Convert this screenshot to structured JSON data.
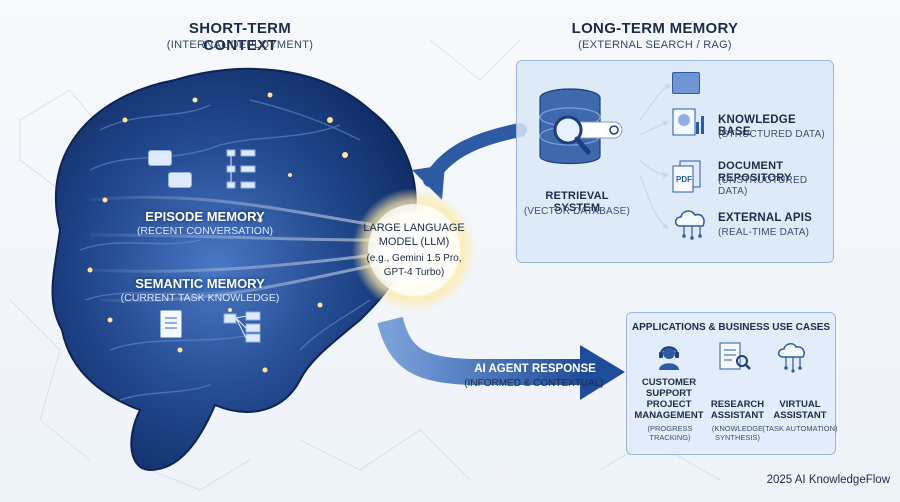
{
  "short_term": {
    "title": "SHORT-TERM CONTEXT",
    "subtitle": "(INTERNAL DEPLOYMENT)",
    "episode": {
      "label": "EPISODE MEMORY",
      "sub": "(RECENT CONVERSATION)"
    },
    "semantic": {
      "label": "SEMANTIC MEMORY",
      "sub": "(CURRENT TASK KNOWLEDGE)"
    }
  },
  "long_term": {
    "title": "LONG-TERM MEMORY",
    "subtitle": "(EXTERNAL SEARCH / RAG)",
    "retrieval": {
      "label": "RETRIEVAL SYSTEM",
      "sub": "(VECTOR DATABASE)"
    },
    "sources": [
      {
        "label": "KNOWLEDGE BASE",
        "sub": "(STRUCTURED DATA)",
        "icon": "knowledge-base-icon"
      },
      {
        "label": "DOCUMENT REPOSITORY",
        "sub": "(UNSTRUCTURED DATA)",
        "icon": "pdf-document-icon"
      },
      {
        "label": "EXTERNAL APIS",
        "sub": "(REAL-TIME DATA)",
        "icon": "cloud-api-icon"
      }
    ]
  },
  "llm": {
    "line1": "LARGE LANGUAGE",
    "line2": "MODEL (LLM)",
    "line3": "(e.g., Gemini 1.5 Pro,",
    "line4": "GPT-4 Turbo)"
  },
  "response": {
    "label": "AI AGENT RESPONSE",
    "sub": "(INFORMED & CONTEXTUAL)"
  },
  "applications": {
    "title": "APPLICATIONS & BUSINESS USE CASES",
    "items": [
      {
        "lines": [
          "CUSTOMER",
          "SUPPORT",
          "PROJECT",
          "MANAGEMENT"
        ],
        "sub": [
          "(PROGRESS TRACKING)"
        ],
        "icon": "headset-agent-icon"
      },
      {
        "lines": [
          "RESEARCH",
          "ASSISTANT"
        ],
        "sub": [
          "(KNOWLEDGE",
          "SYNTHESIS)"
        ],
        "icon": "research-document-icon"
      },
      {
        "lines": [
          "VIRTUAL",
          "ASSISTANT"
        ],
        "sub": [
          "(TASK AUTOMATION)"
        ],
        "icon": "cloud-network-icon"
      }
    ]
  },
  "footer": {
    "credit": "2025 AI KnowledgeFlow"
  },
  "colors": {
    "brain_dark": "#16367a",
    "brain_mid": "#2f5fb0",
    "accent_blue": "#2d5ba3",
    "panel_bg": "#dbe8f8",
    "glow": "#fff6cf"
  }
}
